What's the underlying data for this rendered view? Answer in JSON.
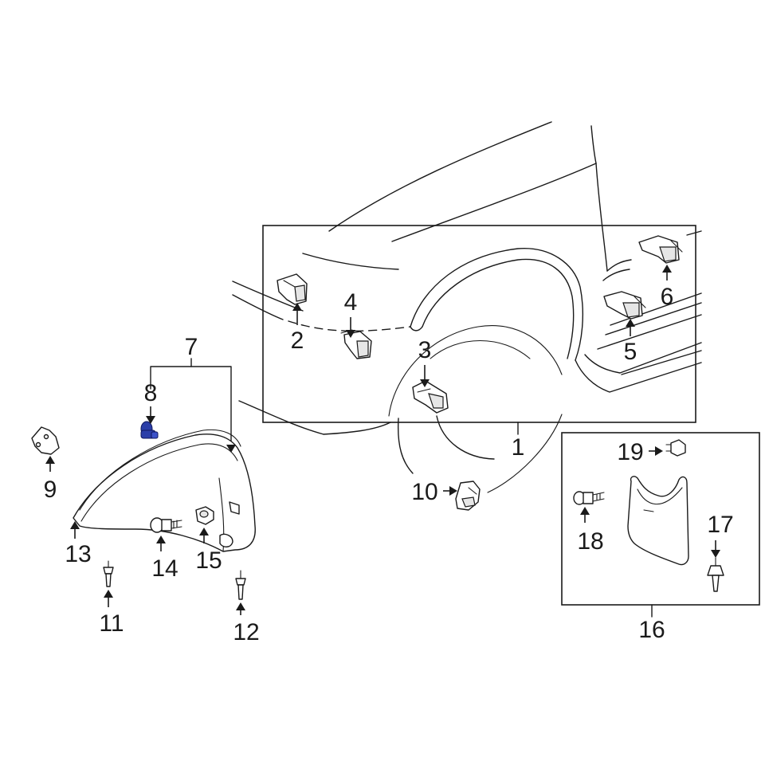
{
  "callouts": {
    "c1": "1",
    "c2": "2",
    "c3": "3",
    "c4": "4",
    "c5": "5",
    "c6": "6",
    "c7": "7",
    "c8": "8",
    "c9": "9",
    "c10": "10",
    "c11": "11",
    "c12": "12",
    "c13": "13",
    "c14": "14",
    "c15": "15",
    "c16": "16",
    "c17": "17",
    "c18": "18",
    "c19": "19"
  },
  "colors": {
    "line": "#1a1a1a",
    "highlight": "#2b3ea8",
    "background": "#ffffff"
  }
}
